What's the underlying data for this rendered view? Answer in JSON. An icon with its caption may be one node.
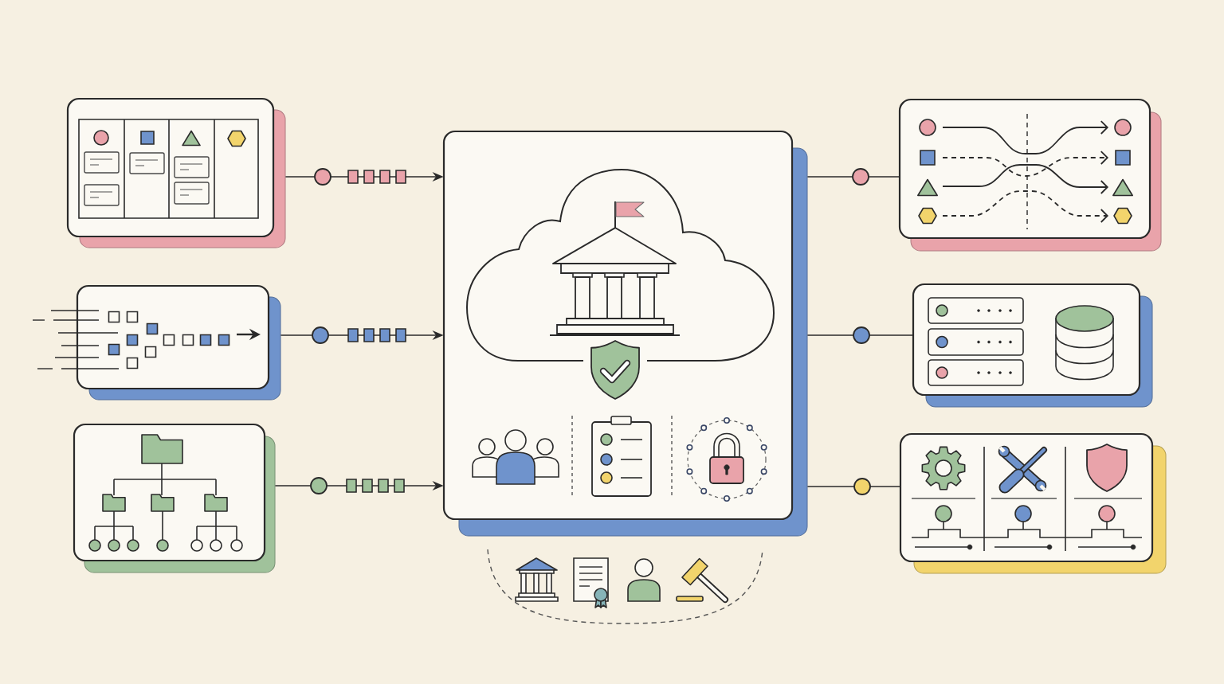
{
  "diagram": {
    "nodes": [
      {
        "text": [],
        "shape": "picture"
      },
      {
        "text": [],
        "shape": "picture"
      },
      {
        "text": [],
        "shape": "picture"
      },
      {
        "text": [],
        "shape": "picture"
      },
      {
        "text": [],
        "shape": "picture"
      },
      {
        "text": [],
        "shape": "picture"
      },
      {
        "text": [],
        "shape": "picture"
      }
    ],
    "edges": [
      {
        "from": 0,
        "to": 3,
        "arrow": "to"
      },
      {
        "from": 1,
        "to": 3,
        "arrow": "to"
      },
      {
        "from": 2,
        "to": 3,
        "arrow": "to"
      },
      {
        "from": 3,
        "to": 4,
        "arrow": "none"
      },
      {
        "from": 3,
        "to": 5,
        "arrow": "none"
      },
      {
        "from": 3,
        "to": 6,
        "arrow": "none"
      }
    ]
  }
}
